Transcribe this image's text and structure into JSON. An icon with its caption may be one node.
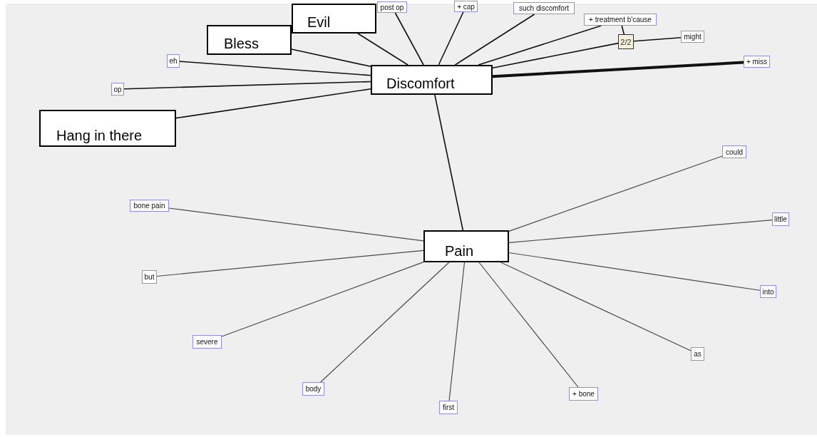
{
  "diagram": {
    "nodes": [
      {
        "text": [
          "Discomfort"
        ]
      },
      {
        "text": [
          "Evil"
        ]
      },
      {
        "text": [
          "Bless"
        ]
      },
      {
        "text": [
          "post op"
        ]
      },
      {
        "text": [
          "+ cap"
        ]
      },
      {
        "text": [
          "such discomfort"
        ]
      },
      {
        "text": [
          "+ treatment b'cause"
        ]
      },
      {
        "text": [
          "2/2"
        ]
      },
      {
        "text": [
          "might"
        ]
      },
      {
        "text": [
          "+ miss"
        ]
      },
      {
        "text": [
          "eh"
        ]
      },
      {
        "text": [
          "op"
        ]
      },
      {
        "text": [
          "Hang in there"
        ]
      },
      {
        "text": [
          "Pain"
        ]
      },
      {
        "text": [
          "bone pain"
        ]
      },
      {
        "text": [
          "could"
        ]
      },
      {
        "text": [
          "little"
        ]
      },
      {
        "text": [
          "but"
        ]
      },
      {
        "text": [
          "into"
        ]
      },
      {
        "text": [
          "severe"
        ]
      },
      {
        "text": [
          "as"
        ]
      },
      {
        "text": [
          "body"
        ]
      },
      {
        "text": [
          "+ bone"
        ]
      },
      {
        "text": [
          "first"
        ]
      }
    ],
    "edges": [
      {
        "from": 0,
        "to": 1,
        "arrow": "none"
      },
      {
        "from": 0,
        "to": 2,
        "arrow": "none"
      },
      {
        "from": 0,
        "to": 3,
        "arrow": "none"
      },
      {
        "from": 0,
        "to": 4,
        "arrow": "none"
      },
      {
        "from": 0,
        "to": 5,
        "arrow": "none"
      },
      {
        "from": 0,
        "to": 6,
        "arrow": "none"
      },
      {
        "from": 6,
        "to": 7,
        "arrow": "none"
      },
      {
        "from": 0,
        "to": 7,
        "arrow": "none"
      },
      {
        "from": 7,
        "to": 8,
        "arrow": "none"
      },
      {
        "from": 0,
        "to": 9,
        "arrow": "none",
        "style": "thick"
      },
      {
        "from": 0,
        "to": 10,
        "arrow": "none"
      },
      {
        "from": 0,
        "to": 11,
        "arrow": "none"
      },
      {
        "from": 0,
        "to": 12,
        "arrow": "none"
      },
      {
        "from": 0,
        "to": 13,
        "arrow": "none"
      },
      {
        "from": 13,
        "to": 14,
        "arrow": "none"
      },
      {
        "from": 13,
        "to": 15,
        "arrow": "none"
      },
      {
        "from": 13,
        "to": 16,
        "arrow": "none"
      },
      {
        "from": 13,
        "to": 17,
        "arrow": "none"
      },
      {
        "from": 13,
        "to": 18,
        "arrow": "none"
      },
      {
        "from": 13,
        "to": 19,
        "arrow": "none"
      },
      {
        "from": 13,
        "to": 20,
        "arrow": "none"
      },
      {
        "from": 13,
        "to": 21,
        "arrow": "none"
      },
      {
        "from": 13,
        "to": 22,
        "arrow": "none"
      },
      {
        "from": 13,
        "to": 23,
        "arrow": "none"
      }
    ]
  }
}
